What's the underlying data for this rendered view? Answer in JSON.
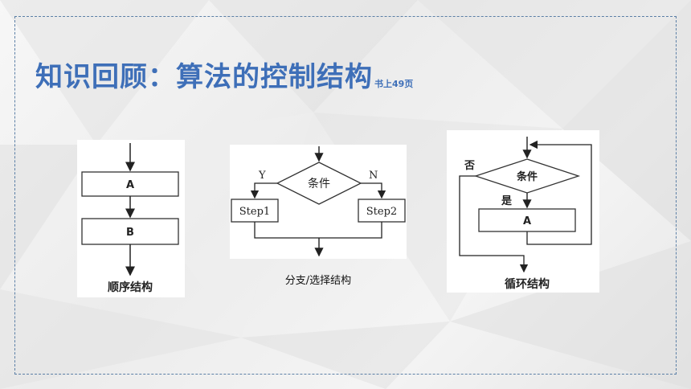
{
  "slide": {
    "title": "知识回顾：算法的控制结构",
    "title_note": "书上49页"
  },
  "sequence": {
    "box_a": "A",
    "box_b": "B",
    "caption": "顺序结构"
  },
  "branch": {
    "condition": "条件",
    "yes": "Y",
    "no": "N",
    "step1": "Step1",
    "step2": "Step2",
    "caption": "分支/选择结构"
  },
  "loop": {
    "no": "否",
    "condition": "条件",
    "yes": "是",
    "box_a": "A",
    "caption": "循环结构"
  }
}
